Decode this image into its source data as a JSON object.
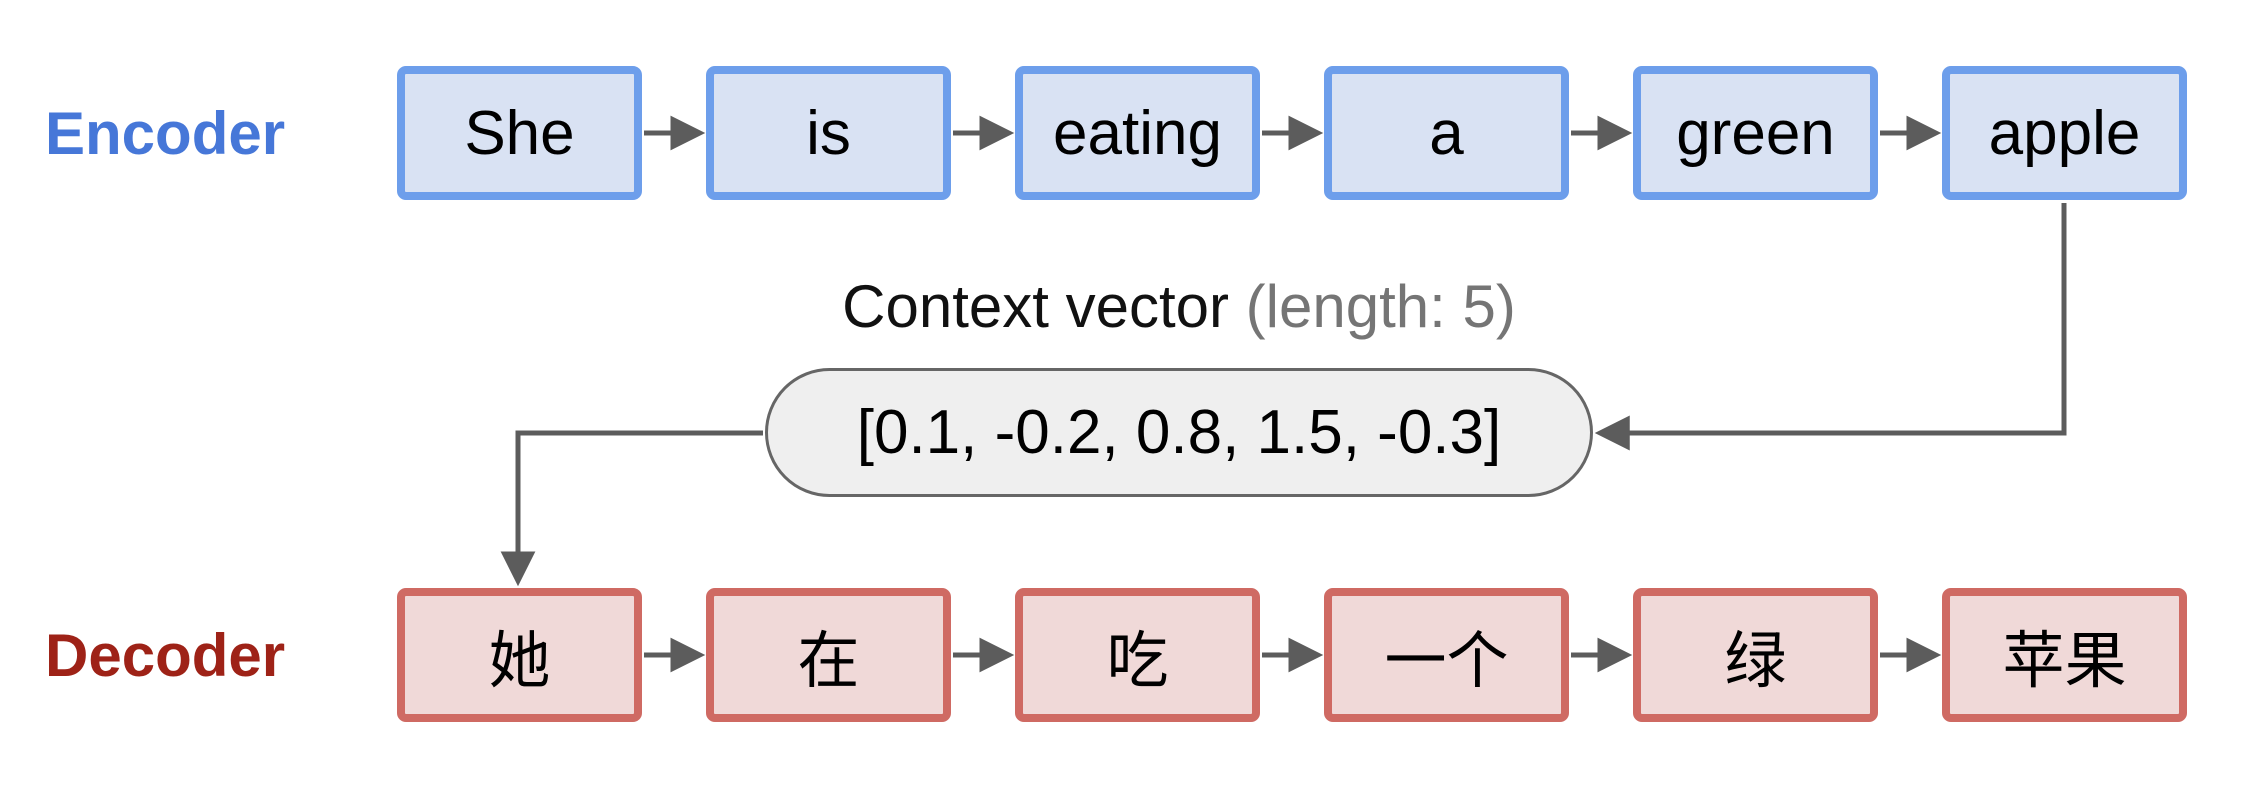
{
  "encoder": {
    "label": "Encoder",
    "tokens": [
      "She",
      "is",
      "eating",
      "a",
      "green",
      "apple"
    ]
  },
  "decoder": {
    "label": "Decoder",
    "tokens": [
      "她",
      "在",
      "吃",
      "一个",
      "绿",
      "苹果"
    ]
  },
  "context_vector": {
    "title": "Context vector",
    "subtitle": "(length: 5)",
    "length": 5,
    "values_text": "[0.1, -0.2, 0.8, 1.5, -0.3]",
    "values": [
      0.1,
      -0.2,
      0.8,
      1.5,
      -0.3
    ]
  },
  "colors": {
    "background": "#ffffff",
    "encoder_label": "#4677d8",
    "encoder_box_border": "#6d9eeb",
    "encoder_box_fill": "#d9e2f3",
    "decoder_label": "#9e2217",
    "decoder_box_border": "#cf6a63",
    "decoder_box_fill": "#f0d9d8",
    "pill_fill": "#efefef",
    "pill_border": "#666666",
    "subtitle_text": "#757575",
    "connector": "#5c5c5c"
  }
}
